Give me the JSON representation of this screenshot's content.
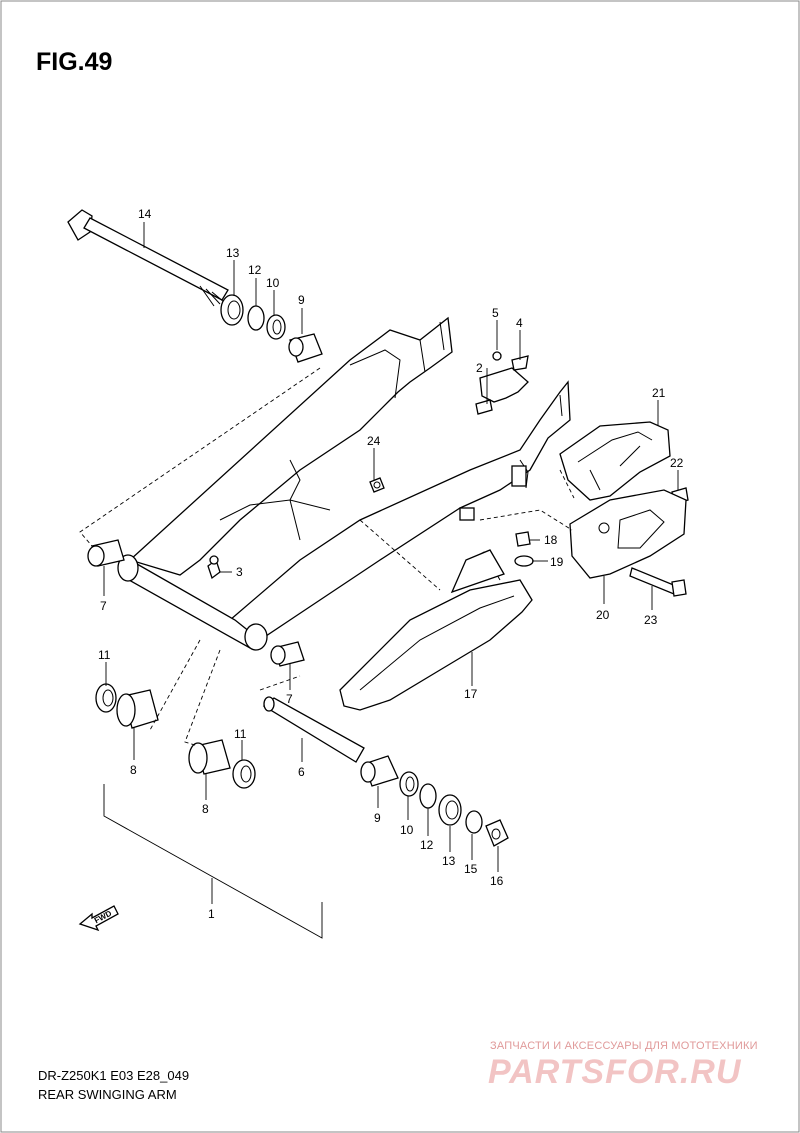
{
  "figure": {
    "title": "FIG.49",
    "model_code": "DR-Z250K1 E03 E28_049",
    "name": "REAR SWINGING ARM"
  },
  "callouts": [
    "14",
    "13",
    "12",
    "10",
    "9",
    "5",
    "4",
    "2",
    "24",
    "21",
    "22",
    "18",
    "19",
    "20",
    "23",
    "3",
    "7",
    "17",
    "11",
    "8",
    "11",
    "7",
    "6",
    "8",
    "9",
    "10",
    "12",
    "13",
    "15",
    "16",
    "1"
  ],
  "fwd_label": "FWD",
  "watermark": {
    "line1": "ЗАПЧАСТИ И АКСЕССУАРЫ ДЛЯ МОТОТЕХНИКИ",
    "line2": "PARTSFOR.RU"
  },
  "colors": {
    "line": "#000000",
    "watermark": "#e8a0a0",
    "background": "#ffffff"
  }
}
